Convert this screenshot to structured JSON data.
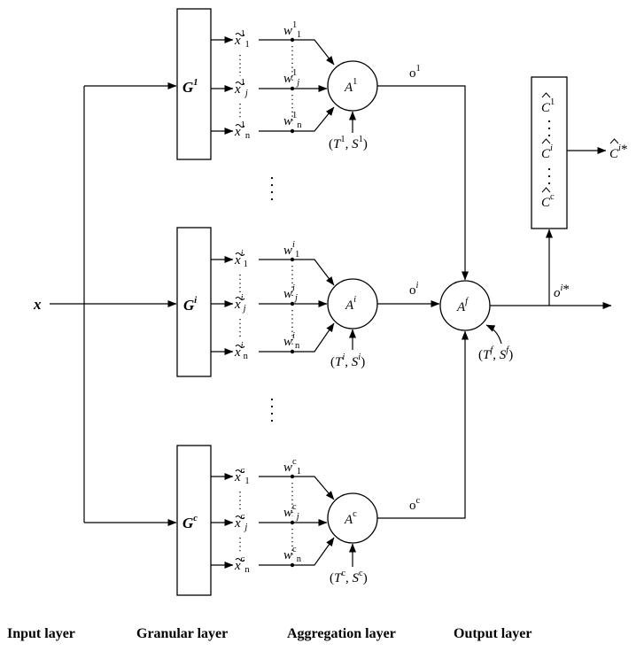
{
  "input_label": "x",
  "param_open": "(",
  "param_sep": ", ",
  "param_close": ")",
  "groups": [
    {
      "g_base": "G",
      "g_sup": "1",
      "x_base": "x",
      "x_sup": "1",
      "x_subs": [
        "1",
        "j",
        "n"
      ],
      "w_base": "w",
      "w_sup": "1",
      "w_subs": [
        "1",
        "j",
        "n"
      ],
      "a_base": "A",
      "a_sup": "1",
      "t_base": "T",
      "t_sup": "1",
      "s_base": "S",
      "s_sup": "1",
      "o_base": "o",
      "o_sup": "1"
    },
    {
      "g_base": "G",
      "g_sup": "i",
      "x_base": "x",
      "x_sup": "i",
      "x_subs": [
        "1",
        "j",
        "n"
      ],
      "w_base": "w",
      "w_sup": "i",
      "w_subs": [
        "1",
        "j",
        "n"
      ],
      "a_base": "A",
      "a_sup": "i",
      "t_base": "T",
      "t_sup": "i",
      "s_base": "S",
      "s_sup": "i",
      "o_base": "o",
      "o_sup": "i"
    },
    {
      "g_base": "G",
      "g_sup": "c",
      "x_base": "x",
      "x_sup": "c",
      "x_subs": [
        "1",
        "j",
        "n"
      ],
      "w_base": "w",
      "w_sup": "c",
      "w_subs": [
        "1",
        "j",
        "n"
      ],
      "a_base": "A",
      "a_sup": "c",
      "t_base": "T",
      "t_sup": "c",
      "s_base": "S",
      "s_sup": "c",
      "o_base": "o",
      "o_sup": "c"
    }
  ],
  "final": {
    "a_base": "A",
    "a_sup": "f",
    "t_base": "T",
    "t_sup": "f",
    "s_base": "S",
    "s_sup": "f",
    "o_base": "o",
    "o_sup": "i",
    "o_star": "*"
  },
  "classes": [
    {
      "base": "C",
      "sup": "1"
    },
    {
      "base": "C",
      "sup": "i"
    },
    {
      "base": "C",
      "sup": "c"
    }
  ],
  "result": {
    "base": "C",
    "sup": "i",
    "star": "*"
  },
  "layers": {
    "input": "Input layer",
    "granular": "Granular layer",
    "aggregation": "Aggregation layer",
    "output": "Output layer"
  }
}
